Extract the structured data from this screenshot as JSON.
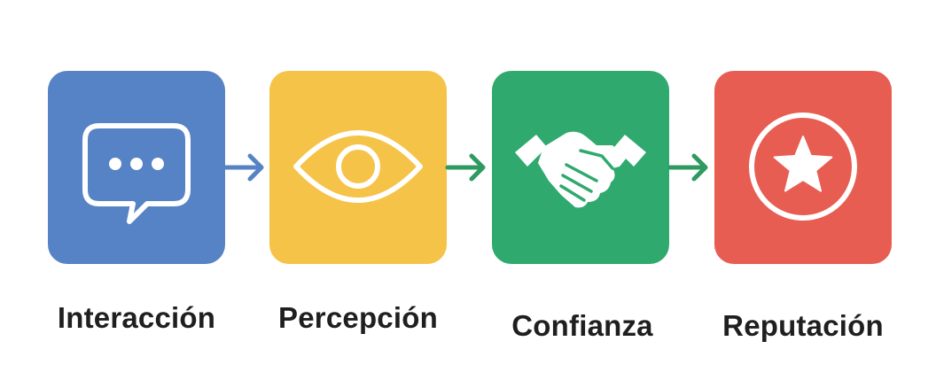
{
  "steps": [
    {
      "label": "Interacción",
      "icon": "chat-bubble-icon",
      "color": "#5583c5"
    },
    {
      "label": "Percepción",
      "icon": "eye-icon",
      "color": "#f5c347"
    },
    {
      "label": "Confianza",
      "icon": "handshake-icon",
      "color": "#2fa96e"
    },
    {
      "label": "Reputación",
      "icon": "star-badge-icon",
      "color": "#e85d52"
    }
  ],
  "arrows": [
    {
      "icon": "arrow-right-icon",
      "color": "#5583c5"
    },
    {
      "icon": "arrow-right-icon",
      "color": "#2e9a62"
    },
    {
      "icon": "arrow-right-icon",
      "color": "#2e9a62"
    }
  ]
}
